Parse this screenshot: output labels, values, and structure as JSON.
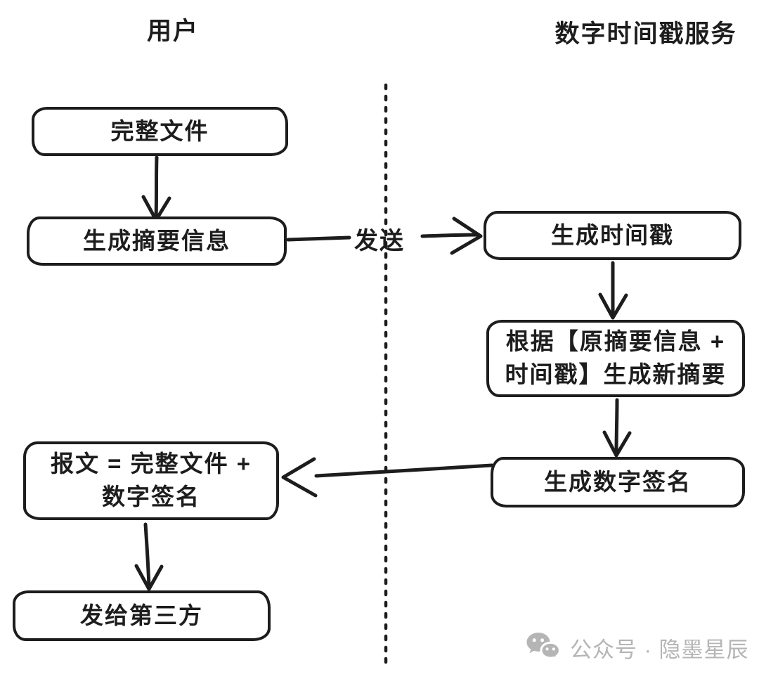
{
  "page": {
    "background": "#ffffff",
    "ink_color": "#1d1d1d",
    "divider_style": "dotted-vertical"
  },
  "lanes": {
    "left_header": "用户",
    "right_header": "数字时间戳服务"
  },
  "nodes": {
    "complete_file": {
      "label": "完整文件"
    },
    "generate_digest": {
      "label": "生成摘要信息"
    },
    "generate_timestamp": {
      "label": "生成时间戳"
    },
    "generate_new_digest": {
      "line1": "根据【原摘要信息 +",
      "line2": "时间戳】生成新摘要"
    },
    "generate_signature": {
      "label": "生成数字签名"
    },
    "message": {
      "line1": "报文 = 完整文件 +",
      "line2": "数字签名"
    },
    "send_third_party": {
      "label": "发给第三方"
    }
  },
  "edges": {
    "send_label": "发送",
    "flow": [
      "完整文件 -> 生成摘要信息",
      "生成摘要信息 -> 生成时间戳 (发送)",
      "生成时间戳 -> 根据【原摘要信息 + 时间戳】生成新摘要",
      "根据【原摘要信息 + 时间戳】生成新摘要 -> 生成数字签名",
      "生成数字签名 -> 报文 = 完整文件 + 数字签名",
      "报文 = 完整文件 + 数字签名 -> 发给第三方"
    ]
  },
  "watermark": {
    "icon": "wechat-icon",
    "text": "公众号 · 隐墨星辰",
    "color": "#b5b5b5"
  }
}
